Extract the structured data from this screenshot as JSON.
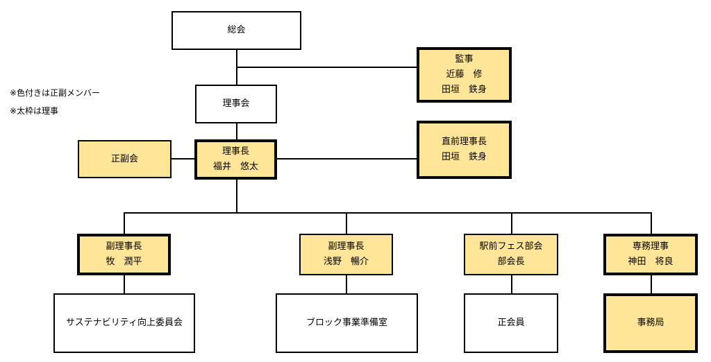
{
  "notes": {
    "colored": "※色付きは正副メンバー",
    "thick": "※太枠は理事"
  },
  "nodes": {
    "general_assembly": {
      "lines": [
        "総会"
      ]
    },
    "auditors": {
      "lines": [
        "監事",
        "近藤　修",
        "田垣　鉄身"
      ]
    },
    "board": {
      "lines": [
        "理事会"
      ]
    },
    "seifukukai": {
      "lines": [
        "正副会"
      ]
    },
    "president": {
      "lines": [
        "理事長",
        "福井　悠太"
      ]
    },
    "past_president": {
      "lines": [
        "直前理事長",
        "田垣　鉄身"
      ]
    },
    "vp1": {
      "lines": [
        "副理事長",
        "牧　潤平"
      ]
    },
    "vp2": {
      "lines": [
        "副理事長",
        "浅野　暢介"
      ]
    },
    "fes": {
      "lines": [
        "駅前フェス部会",
        "部会長"
      ]
    },
    "secretary": {
      "lines": [
        "専務理事",
        "神田　将良"
      ]
    },
    "sustainability": {
      "lines": [
        "サステナビリティ向上委員会"
      ]
    },
    "block": {
      "lines": [
        "ブロック事業準備室"
      ]
    },
    "members": {
      "lines": [
        "正会員"
      ]
    },
    "secretariat": {
      "lines": [
        "事務局"
      ]
    }
  },
  "colors": {
    "member_fill": "#ffe597",
    "border": "#000000",
    "background": "#ffffff"
  }
}
